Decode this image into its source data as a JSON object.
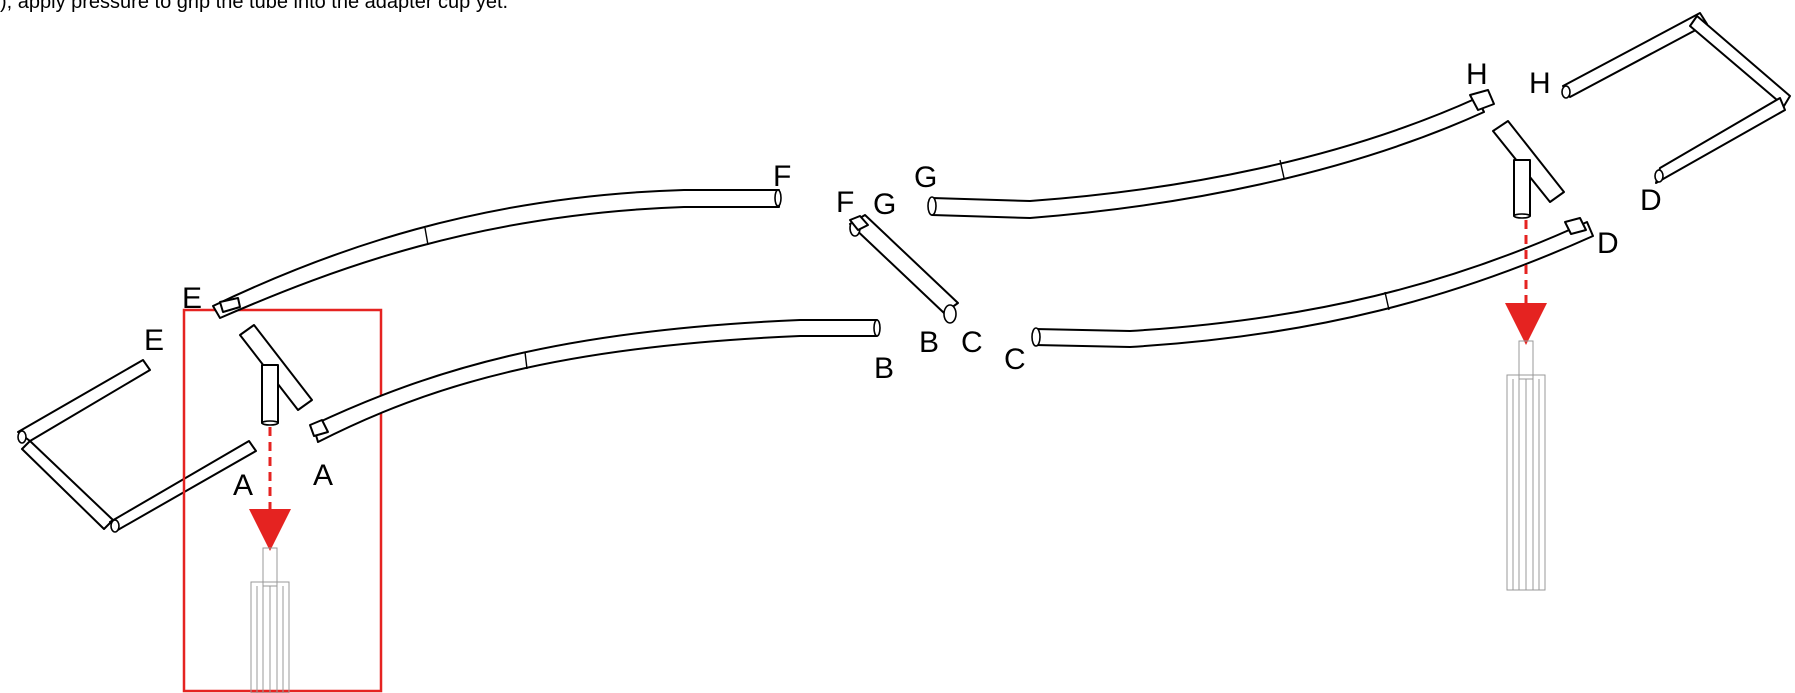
{
  "header": {
    "instruction_text": "), apply pressure to grip the tube into the adapter cup yet."
  },
  "labels": {
    "A_left": "A",
    "A_right": "A",
    "B_top": "B",
    "B_bottom": "B",
    "C_left": "C",
    "C_right": "C",
    "D_right_top": "D",
    "D_right_mid": "D",
    "E_top": "E",
    "E_left": "E",
    "F_left": "F",
    "F_right": "F",
    "G_left": "G",
    "G_right": "G",
    "H_left": "H",
    "H_right": "H"
  },
  "colors": {
    "highlight": "#e52321",
    "arrow": "#e52321",
    "line": "#000000",
    "post": "#999999"
  },
  "icons": {
    "arrow": "down-arrow-icon"
  }
}
